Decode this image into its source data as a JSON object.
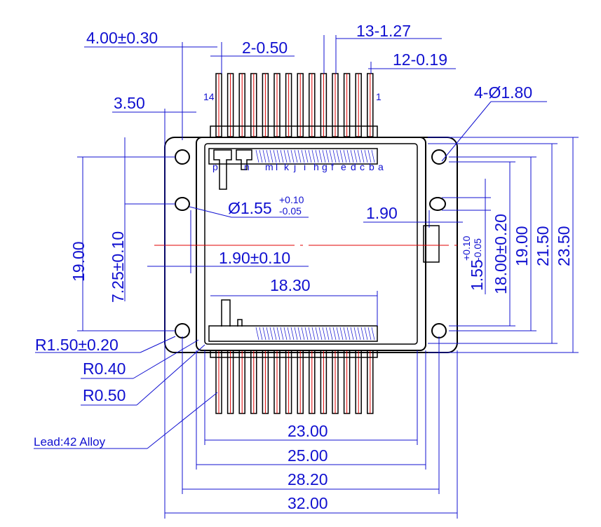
{
  "drawing": {
    "top": {
      "pin_pitch_width": "4.00±0.30",
      "pin_width": "2-0.50",
      "pitch": "13-1.27",
      "thickness": "12-0.19",
      "pin_14": "14",
      "pin_1": "1",
      "offset": "3.50",
      "holes": "4-Ø1.80"
    },
    "pin_letters": [
      "p",
      "n",
      "m",
      "l",
      "k",
      "j",
      "i",
      "h",
      "g",
      "f",
      "e",
      "d",
      "c",
      "b",
      "a"
    ],
    "slot": {
      "dia": "Ø1.55",
      "tol_plus": "+0.10",
      "tol_minus": "-0.05"
    },
    "right": {
      "slot_offset": "1.90",
      "slot_width": "1.55",
      "slot_tol_plus": "+0.10",
      "slot_tol_minus": "-0.05",
      "d18": "18.00±0.20",
      "d19": "19.00",
      "d215": "21.50",
      "d235": "23.50"
    },
    "left": {
      "d19": "19.00",
      "d725": "7.25±0.10",
      "d190": "1.90±0.10",
      "d1830": "18.30"
    },
    "notes": {
      "r150": "R1.50±0.20",
      "r040": "R0.40",
      "r050": "R0.50",
      "lead": "Lead:42 Alloy"
    },
    "bottom": {
      "d23": "23.00",
      "d25": "25.00",
      "d282": "28.20",
      "d32": "32.00"
    }
  }
}
